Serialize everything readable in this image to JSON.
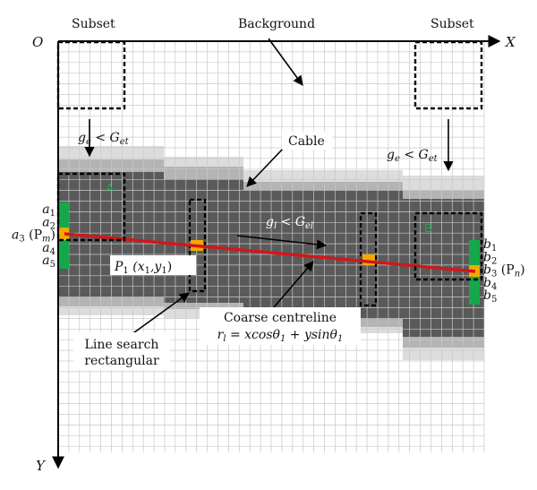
{
  "figure": {
    "origin_label": "O",
    "x_axis_label": "X",
    "y_axis_label": "Y",
    "subset_left_label": "Subset",
    "subset_right_label": "Subset",
    "background_label": "Background",
    "cable_label": "Cable",
    "region_a_label": "A",
    "region_b_label": "B",
    "cond_left": {
      "g": "g",
      "gsub": "e",
      "op": " < ",
      "G": "G",
      "Gsub": "et"
    },
    "cond_right": {
      "g": "g",
      "gsub": "e",
      "op": " < ",
      "G": "G",
      "Gsub": "et"
    },
    "cond_middle": {
      "g": "g",
      "gsub": "l",
      "op": " < ",
      "G": "G",
      "Gsub": "el"
    },
    "left_points": [
      {
        "base": "a",
        "sub": "1",
        "extra": ""
      },
      {
        "base": "a",
        "sub": "2",
        "extra": ""
      },
      {
        "base": "a",
        "sub": "3",
        "extra": " (P",
        "extra_sub": "m",
        "extra_end": ")"
      },
      {
        "base": "a",
        "sub": "4",
        "extra": ""
      },
      {
        "base": "a",
        "sub": "5",
        "extra": ""
      }
    ],
    "right_points": [
      {
        "base": "b",
        "sub": "1",
        "extra": ""
      },
      {
        "base": "b",
        "sub": "2",
        "extra": ""
      },
      {
        "base": "b",
        "sub": "3",
        "extra": " (P",
        "extra_sub": "n",
        "extra_end": ")"
      },
      {
        "base": "b",
        "sub": "4",
        "extra": ""
      },
      {
        "base": "b",
        "sub": "5",
        "extra": ""
      }
    ],
    "p1_label": {
      "P": "P",
      "sub": "1",
      "coords_open": " (x",
      "x_sub": "1",
      "comma": ",y",
      "y_sub": "1",
      "close": ")"
    },
    "line_search_label": [
      "Line search",
      "rectangular"
    ],
    "centreline_title": "Coarse centreline",
    "centreline_eq": {
      "r": "r",
      "rsub": "l",
      "eq": " = xcos",
      "theta1": "θ",
      "t1sub": "1",
      "plus": " + ysin",
      "theta2": "θ",
      "t2sub": "1"
    },
    "colors": {
      "grid_line": "#c8c8c8",
      "light_gray": "#dcdcdc",
      "mid_gray": "#b4b4b4",
      "dark_gray": "#5a5a5a",
      "centreline": "#d01818",
      "green": "#14a84a",
      "orange": "#f5a800",
      "region_label": "#1fa64a"
    }
  }
}
